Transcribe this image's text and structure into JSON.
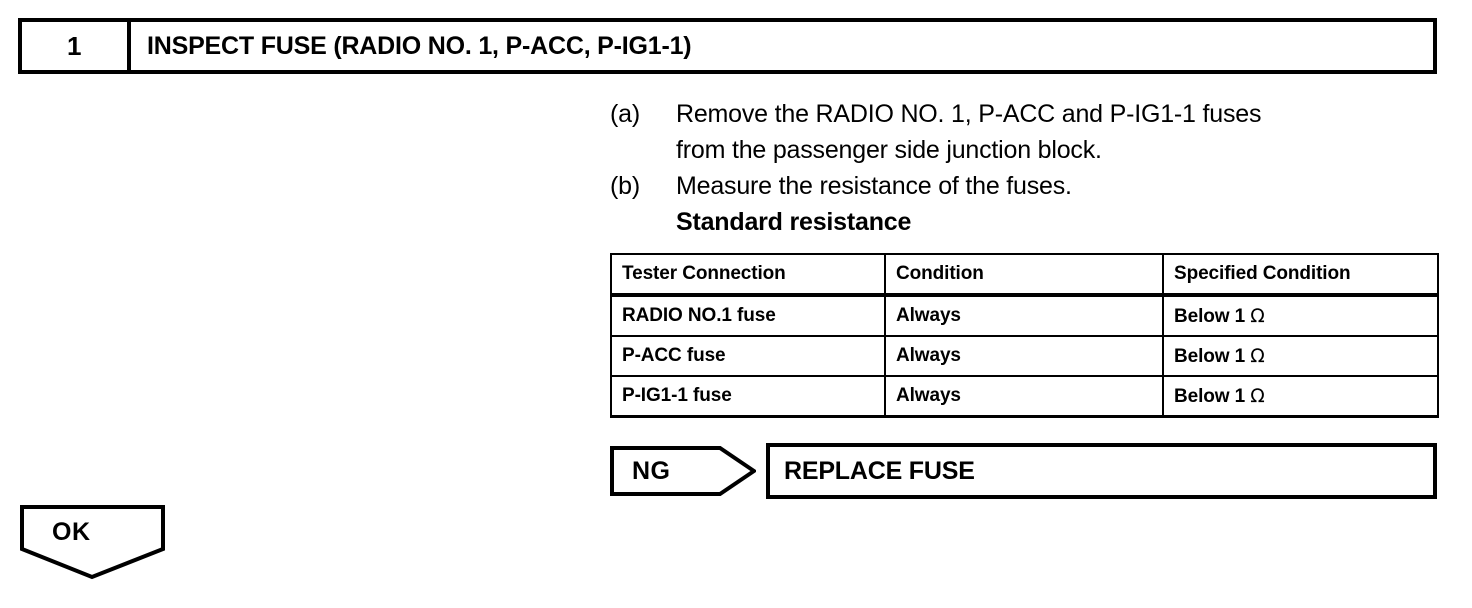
{
  "step": {
    "number": "1",
    "title": "INSPECT FUSE (RADIO NO. 1, P-ACC, P-IG1-1)"
  },
  "procedure": [
    {
      "marker": "(a)",
      "line1": "Remove the RADIO NO. 1, P-ACC and P-IG1-1 fuses",
      "line2": "from the passenger side junction block."
    },
    {
      "marker": "(b)",
      "line1": "Measure the resistance of the fuses.",
      "line2": "Standard resistance"
    }
  ],
  "spec_table": {
    "headers": [
      "Tester Connection",
      "Condition",
      "Specified Condition"
    ],
    "rows": [
      {
        "connection": "RADIO NO.1 fuse",
        "condition": "Always",
        "specified_value": "Below 1",
        "specified_unit": "Ω"
      },
      {
        "connection": "P-ACC fuse",
        "condition": "Always",
        "specified_value": "Below 1",
        "specified_unit": "Ω"
      },
      {
        "connection": "P-IG1-1 fuse",
        "condition": "Always",
        "specified_value": "Below 1",
        "specified_unit": "Ω"
      }
    ]
  },
  "results": {
    "ng_label": "NG",
    "ng_action": "REPLACE FUSE",
    "ok_label": "OK"
  },
  "colors": {
    "ink": "#000000",
    "paper": "#ffffff"
  }
}
